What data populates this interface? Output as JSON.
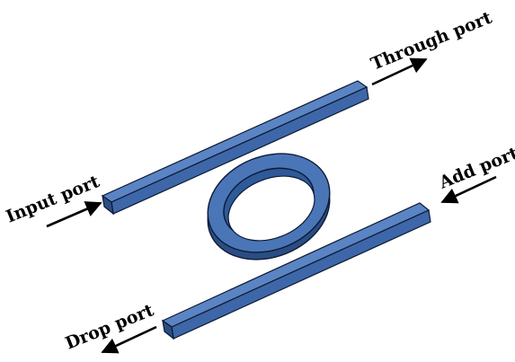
{
  "ports": {
    "input": "Input port",
    "through": "Through port",
    "add": "Add port",
    "drop": "Drop port"
  },
  "colors": {
    "waveguide_face": "#3d67a8",
    "waveguide_top": "#5b84c4",
    "waveguide_side": "#2a4d84",
    "edge": "#0d1a33",
    "arrow": "#000000",
    "background": "#ffffff"
  }
}
